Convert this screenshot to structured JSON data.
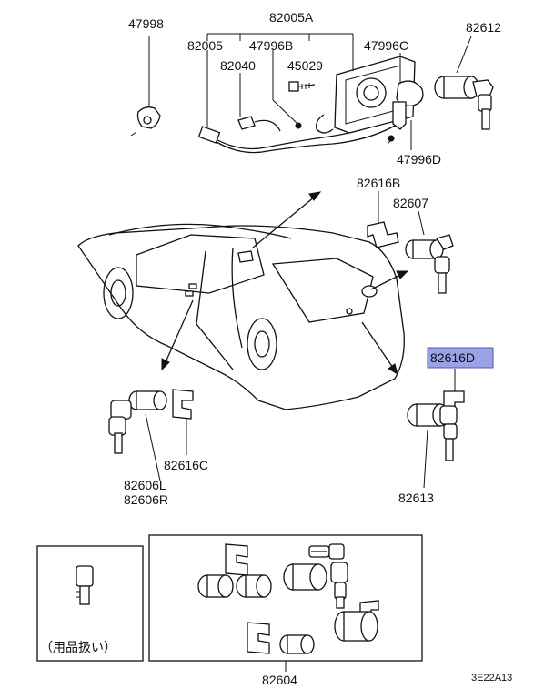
{
  "labels": {
    "p47998": "47998",
    "p82005A": "82005A",
    "p82005": "82005",
    "p47996B": "47996B",
    "p47996C": "47996C",
    "p82612": "82612",
    "p82040": "82040",
    "p45029": "45029",
    "p47996D": "47996D",
    "p82616B": "82616B",
    "p82607": "82607",
    "p82616D": "82616D",
    "p82616C": "82616C",
    "p82606L": "82606L",
    "p82606R": "82606R",
    "p82613": "82613",
    "p82604": "82604",
    "accessory_note": "（用品扱い）",
    "figure_code": "3E22A13"
  },
  "colors": {
    "highlight_fill": "#9aa3e6",
    "highlight_stroke": "#5058b8",
    "line": "#111111"
  }
}
